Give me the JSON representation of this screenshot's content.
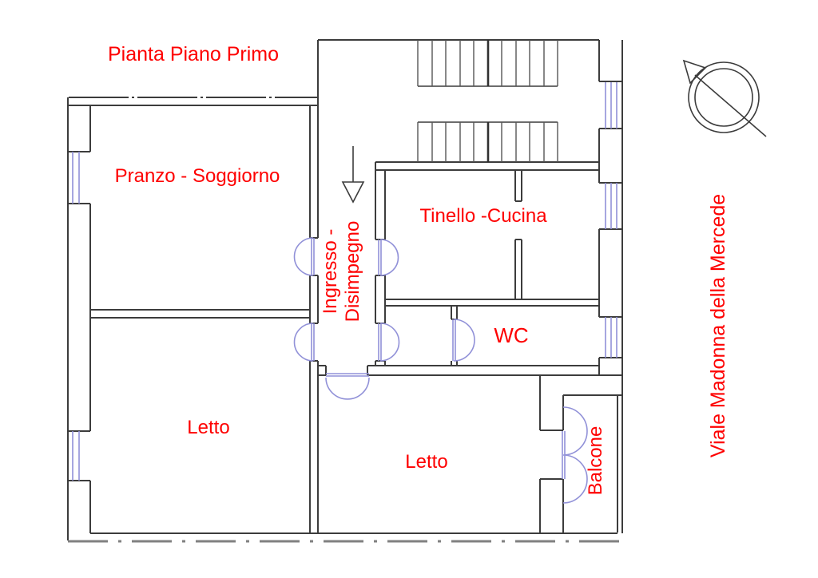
{
  "colors": {
    "label": "#fe0000",
    "wall": "#3c3c3c",
    "tread": "#555555",
    "fixture_blue": "#9191d8",
    "ground_dash": "#808080"
  },
  "title": "Pianta Piano Primo",
  "street_name": "Viale Madonna della Mercede",
  "rooms": {
    "living_dining": "Pranzo - Soggiorno",
    "kitchen": "Tinello -Cucina",
    "entry_hall_line1": "Ingresso -",
    "entry_hall_line2": "Disimpegno",
    "wc": "WC",
    "bedroom_left": "Letto",
    "bedroom_right": "Letto",
    "balcony": "Balcone"
  },
  "icons": {
    "compass": "north-compass-icon",
    "stairs_direction": "down-arrow-icon"
  }
}
